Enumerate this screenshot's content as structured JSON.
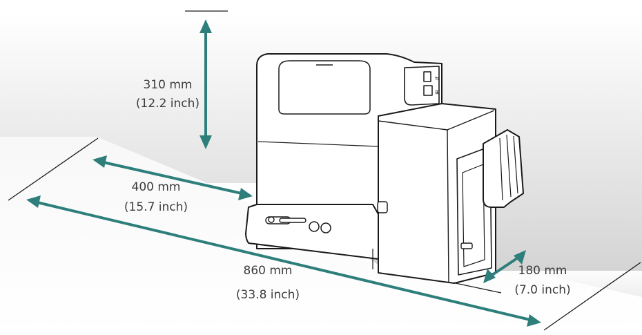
{
  "colors": {
    "arrow": "#2e7f7c",
    "outline": "#1a1a1a",
    "text": "#3c3c3c",
    "wall": "#d6d6d6"
  },
  "dimensions": {
    "height": {
      "value": "310 mm",
      "imperial": "(12.2 inch)"
    },
    "depth": {
      "value": "400 mm",
      "imperial": "(15.7 inch)"
    },
    "width": {
      "value": "860 mm",
      "imperial": "(33.8 inch)"
    },
    "side": {
      "value": "180 mm",
      "imperial": "(7.0 inch)"
    }
  },
  "icons": [
    "usb-icon",
    "network-icon"
  ]
}
